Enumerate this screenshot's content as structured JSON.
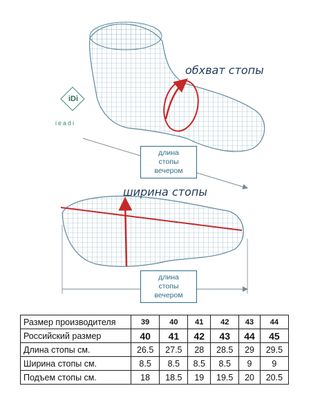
{
  "logo": {
    "mark": "iDi",
    "brand": "ieadi"
  },
  "figure": {
    "girth_label": "обхват стопы",
    "width_label": "ширина стопы",
    "length_label_1": [
      "длина",
      "стопы",
      "вечером"
    ],
    "length_label_2": [
      "длина",
      "стопы",
      "вечером"
    ]
  },
  "table": {
    "rows": [
      {
        "label": "Размер производителя",
        "values": [
          "39",
          "40",
          "41",
          "42",
          "43",
          "44"
        ]
      },
      {
        "label": "Российский размер",
        "values": [
          "40",
          "41",
          "42",
          "43",
          "44",
          "45"
        ]
      },
      {
        "label": "Длина стопы см.",
        "values": [
          "26.5",
          "27.5",
          "28",
          "28.5",
          "29",
          "29.5"
        ]
      },
      {
        "label": "Ширина стопы см.",
        "values": [
          "8.5",
          "8.5",
          "8.5",
          "8.5",
          "9",
          "9"
        ]
      },
      {
        "label": "Подъем стопы см.",
        "values": [
          "18",
          "18.5",
          "19",
          "19.5",
          "20",
          "20.5"
        ]
      }
    ]
  }
}
